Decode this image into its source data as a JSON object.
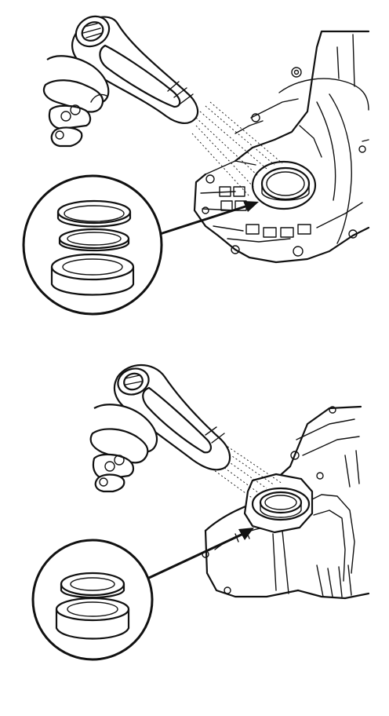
{
  "figure": {
    "panels": [
      {
        "id": "top",
        "subject": "heat-gun-heating-seal-bore",
        "detail_inset": "seal-exploded-view"
      },
      {
        "id": "bottom",
        "subject": "heat-gun-heating-seal-bore",
        "detail_inset": "seal-installed-view"
      }
    ]
  },
  "colors": {
    "ink": "#111111",
    "paper": "#ffffff"
  },
  "icons": [
    "heat-gun-icon",
    "hand-icon",
    "housing-icon",
    "seal-icon",
    "magnifier-inset-icon",
    "arrow-icon"
  ]
}
